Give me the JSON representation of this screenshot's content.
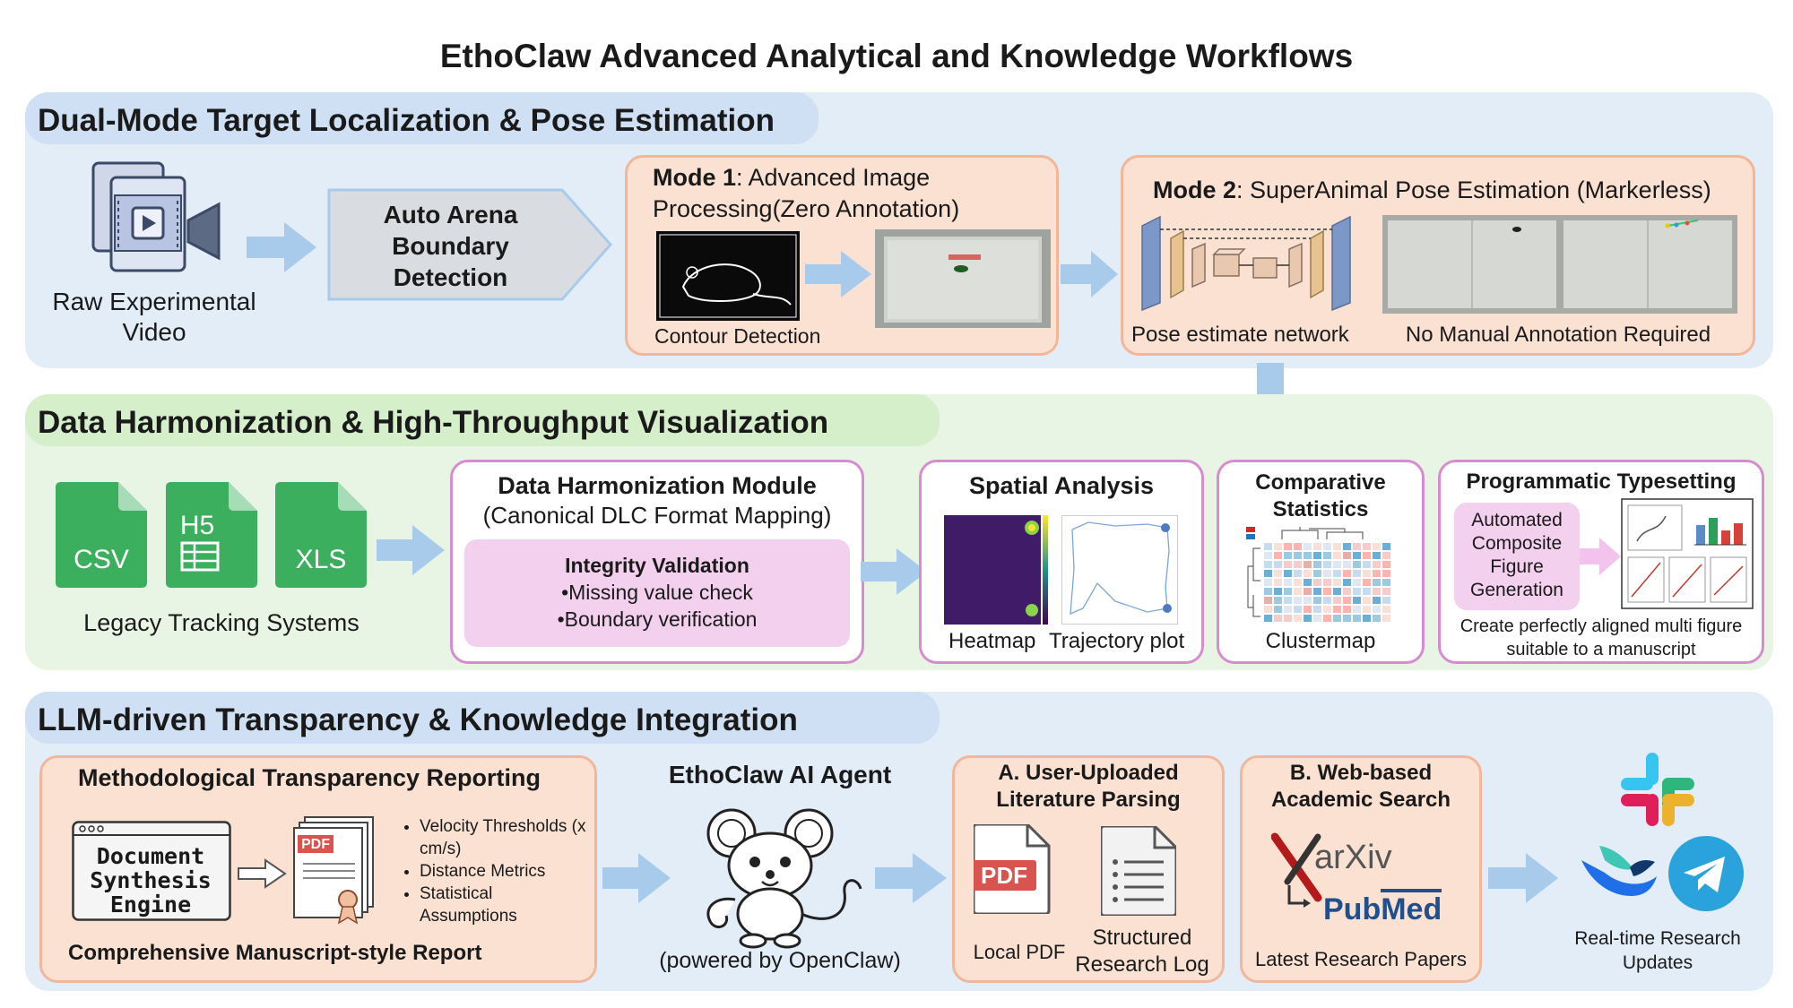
{
  "title": "EthoClaw Advanced Analytical and Knowledge Workflows",
  "colors": {
    "blue_section": "#e3edf8",
    "blue_header": "#cfe0f4",
    "green_section": "#e9f5e4",
    "green_header": "#d6efcb",
    "peach_card": "#fbe1d2",
    "peach_border": "#f2b79a",
    "pink_card": "#f3d0ee",
    "pink_border": "#d68ccf",
    "arrow": "#a9cbeb",
    "file_green": "#3caf5e",
    "gray_box": "#d9dde2"
  },
  "section1": {
    "header": "Dual-Mode Target Localization & Pose Estimation",
    "raw_video_label": "Raw Experimental Video",
    "arena_label": "Auto Arena Boundary Detection",
    "mode1": {
      "title_bold": "Mode 1",
      "title_rest": ": Advanced Image Processing(Zero Annotation)",
      "contour_label": "Contour Detection"
    },
    "mode2": {
      "title_bold": "Mode 2",
      "title_rest": ": SuperAnimal Pose Estimation (Markerless)",
      "network_label": "Pose estimate network",
      "no_annotation_label": "No Manual Annotation Required"
    }
  },
  "section2": {
    "header": "Data Harmonization & High-Throughput Visualization",
    "files": [
      "CSV",
      "H5",
      "XLS"
    ],
    "legacy_label": "Legacy Tracking Systems",
    "harmonization": {
      "title": "Data Harmonization Module",
      "subtitle": "(Canonical DLC Format Mapping)",
      "integrity_title": "Integrity Validation",
      "check1": "•Missing value check",
      "check2": "•Boundary verification"
    },
    "spatial": {
      "title": "Spatial Analysis",
      "heatmap_label": "Heatmap",
      "trajectory_label": "Trajectory plot"
    },
    "comparative": {
      "title": "Comparative Statistics",
      "clustermap_label": "Clustermap"
    },
    "typesetting": {
      "title": "Programmatic Typesetting",
      "automated": "Automated Composite Figure Generation",
      "caption": "Create perfectly aligned multi figure suitable to a manuscript"
    }
  },
  "section3": {
    "header": "LLM-driven Transparency & Knowledge Integration",
    "reporting": {
      "title": "Methodological Transparency Reporting",
      "engine": "Document Synthesis Engine",
      "pdf_tag": "PDF",
      "bullets": [
        "Velocity Thresholds (x cm/s)",
        "Distance Metrics",
        "Statistical Assumptions"
      ],
      "footer": "Comprehensive Manuscript-style Report"
    },
    "agent": {
      "title": "EthoClaw AI Agent",
      "powered": "(powered by OpenClaw)"
    },
    "literature": {
      "title": "A. User-Uploaded Literature Parsing",
      "pdf_tag": "PDF",
      "local_pdf": "Local PDF",
      "structured": "Structured Research Log"
    },
    "websearch": {
      "title": "B. Web-based Academic Search",
      "arxiv": "arXiv",
      "pubmed_a": "Pub",
      "pubmed_b": "Med",
      "latest": "Latest Research Papers"
    },
    "updates": {
      "label": "Real-time Research Updates"
    }
  }
}
